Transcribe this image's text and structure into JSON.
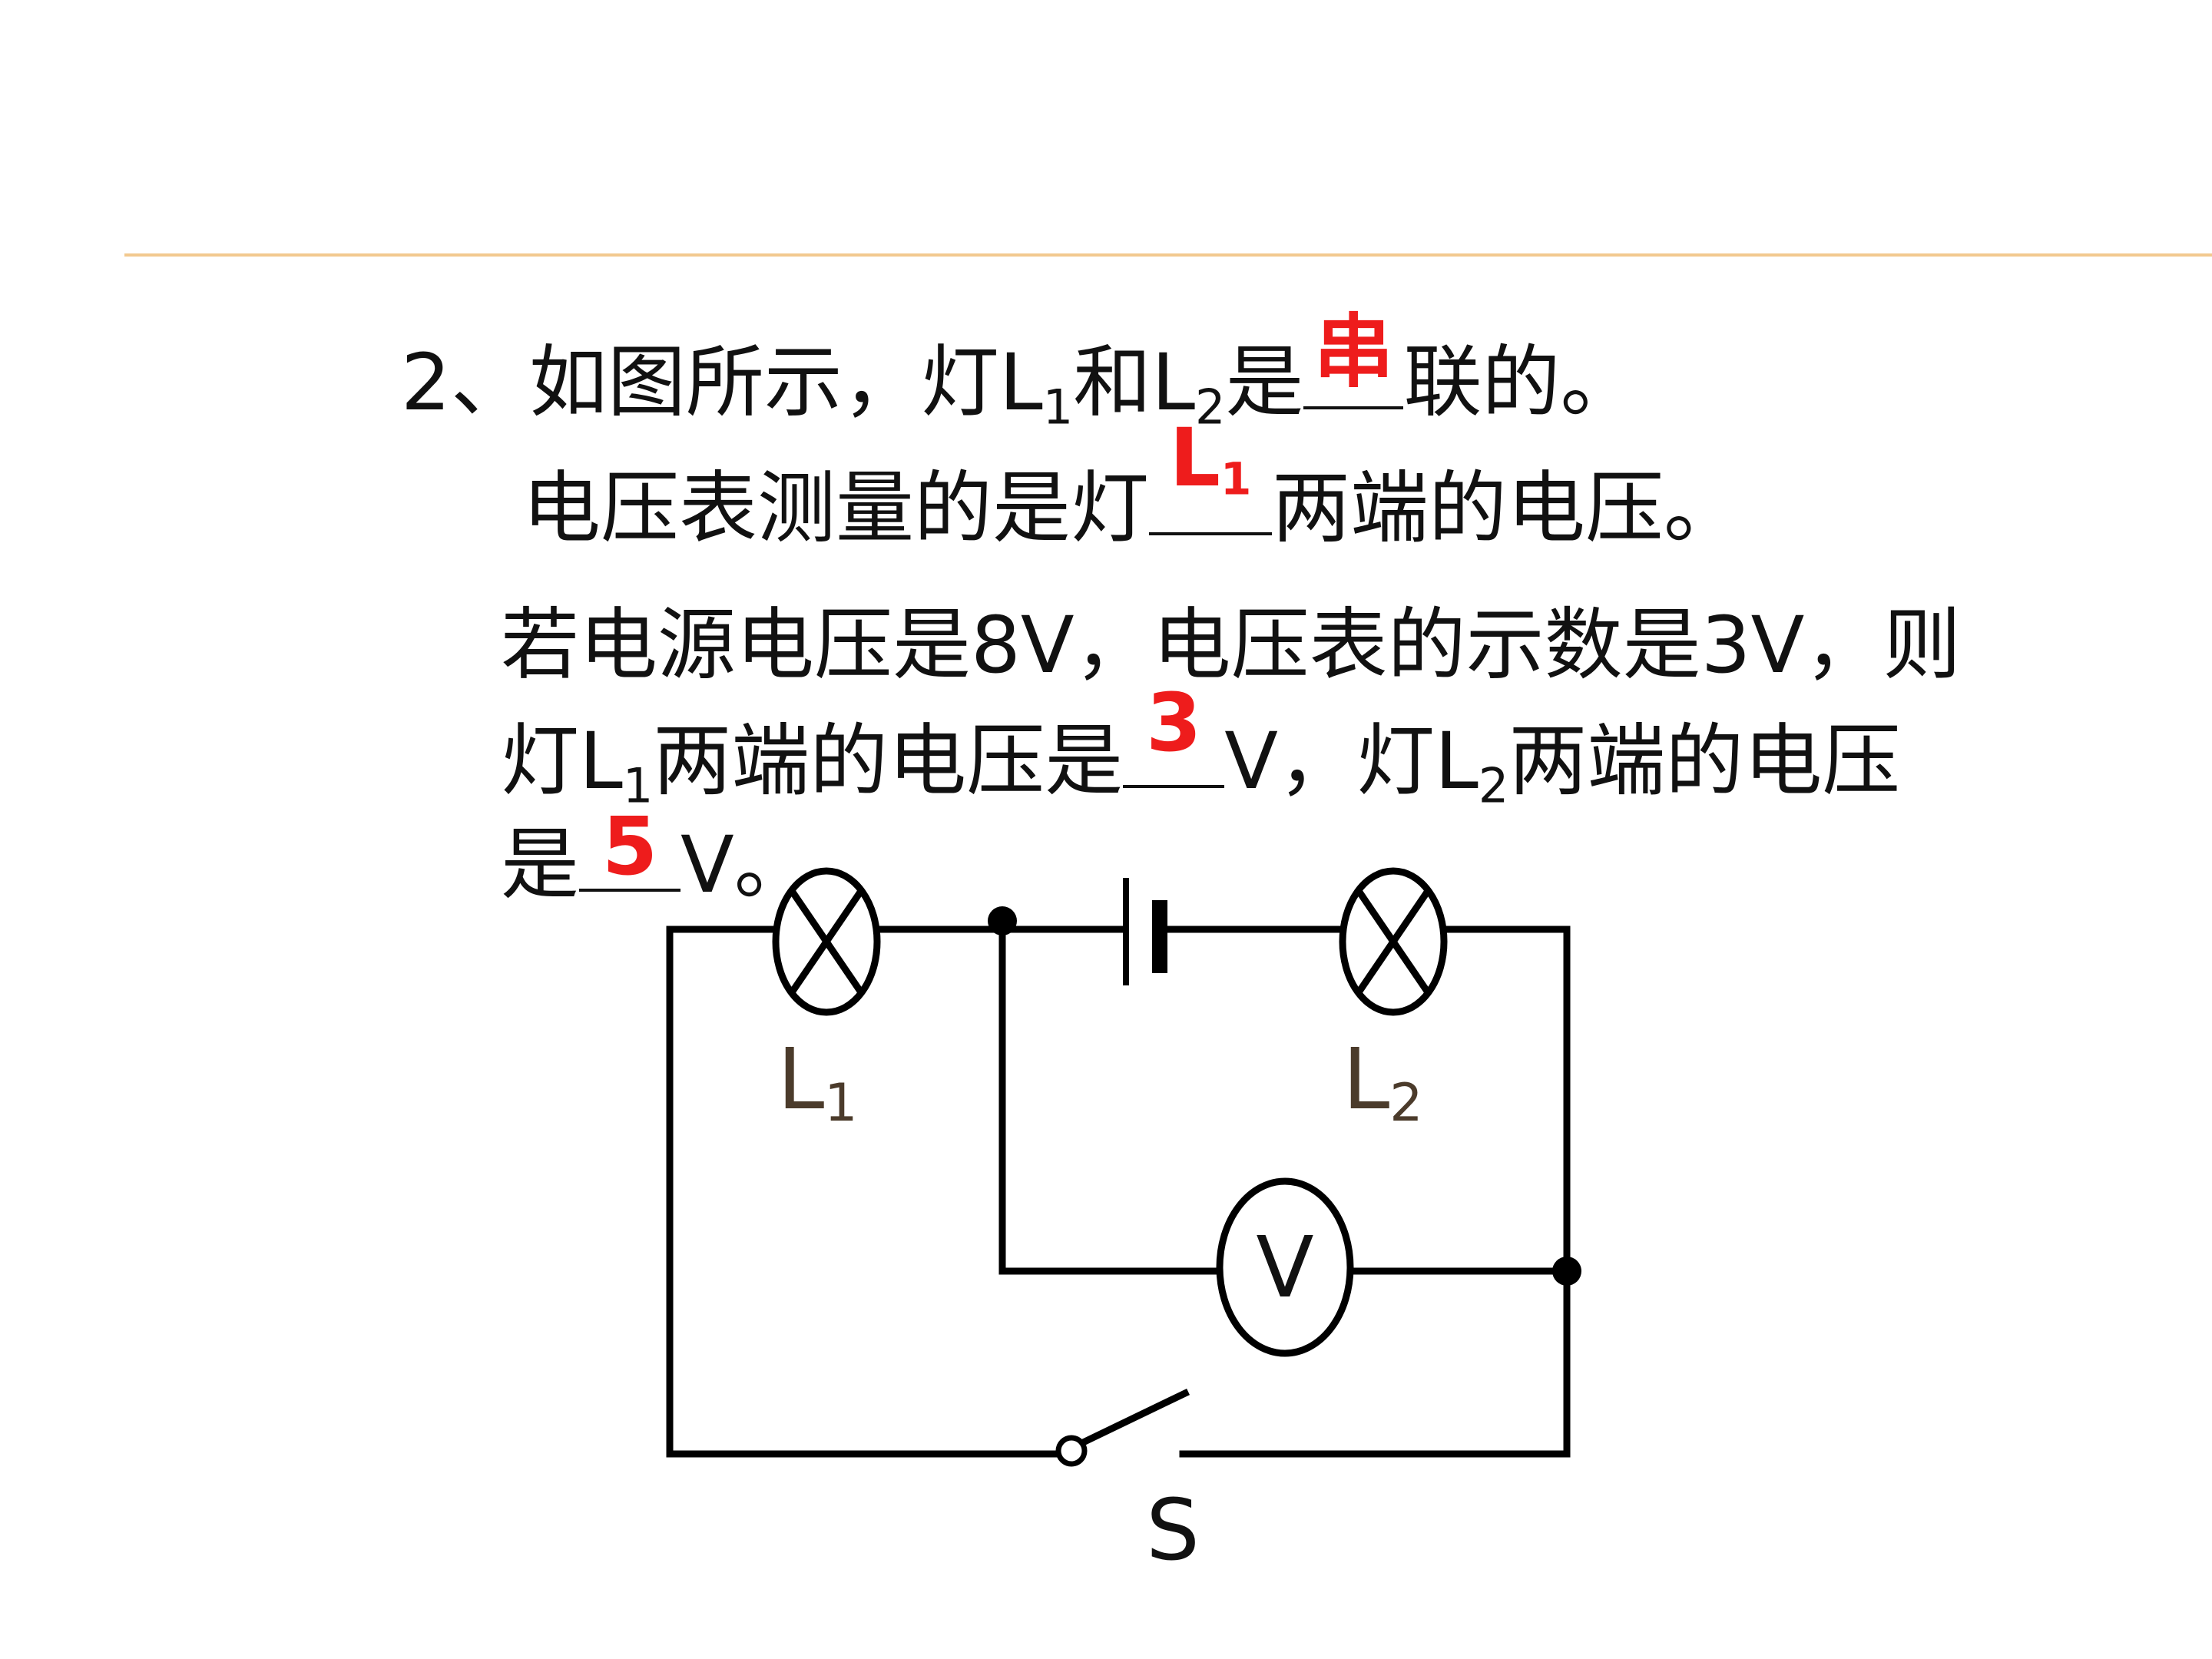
{
  "colors": {
    "rule": "#f2c98f",
    "answer": "#ee1c1c",
    "label": "#4b3b2b",
    "wire": "#000000"
  },
  "question": {
    "line1": {
      "prefix": "2、如图所示，灯L",
      "sub1": "1",
      "mid": "和L",
      "sub2": "2",
      "before_blank": "是",
      "after_blank": "联的。",
      "answer": "串"
    },
    "line2": {
      "prefix": "电压表测量的是灯",
      "after_blank": "两端的电压。",
      "answer_letter": "L",
      "answer_sub": "1"
    },
    "line3": {
      "text": "若电源电压是8V，电压表的示数是3V，则"
    },
    "line4": {
      "prefix": "灯L",
      "sub1": "1",
      "mid": "两端的电压是",
      "after_blank": "V，灯L",
      "sub2": "2",
      "suffix": "两端的电压",
      "answer": "3"
    },
    "line5": {
      "prefix": "是",
      "after_blank": "V。",
      "answer": "5"
    }
  },
  "circuit": {
    "lamp1_label": "L",
    "lamp1_sub": "1",
    "lamp2_label": "L",
    "lamp2_sub": "2",
    "voltmeter_label": "V",
    "switch_label": "S"
  }
}
